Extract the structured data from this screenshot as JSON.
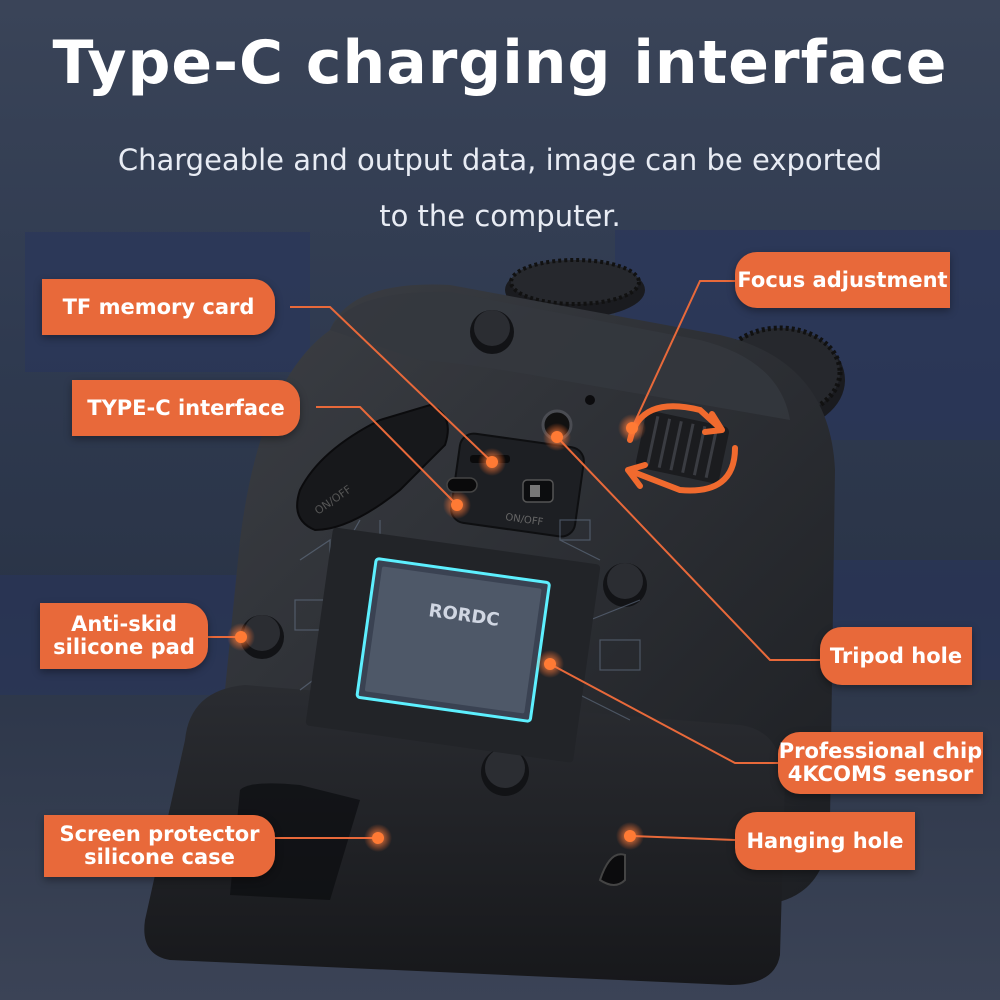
{
  "title": "Type-C charging interface",
  "subtitle_line1": "Chargeable and output data, image can be exported",
  "subtitle_line2": "to the computer.",
  "accent_color": "#e8693a",
  "device": {
    "chip_brand": "RORDC",
    "switch_label": "ON/OFF"
  },
  "callouts": {
    "tf_memory_card": "TF memory card",
    "type_c_interface": "TYPE-C interface",
    "anti_skid_line1": "Anti-skid",
    "anti_skid_line2": "silicone pad",
    "screen_protector_line1": "Screen protector",
    "screen_protector_line2": "silicone case",
    "focus_adjustment": "Focus adjustment",
    "tripod_hole": "Tripod hole",
    "professional_chip_line1": "Professional chip",
    "professional_chip_line2": "4KCOMS sensor",
    "hanging_hole": "Hanging hole"
  }
}
